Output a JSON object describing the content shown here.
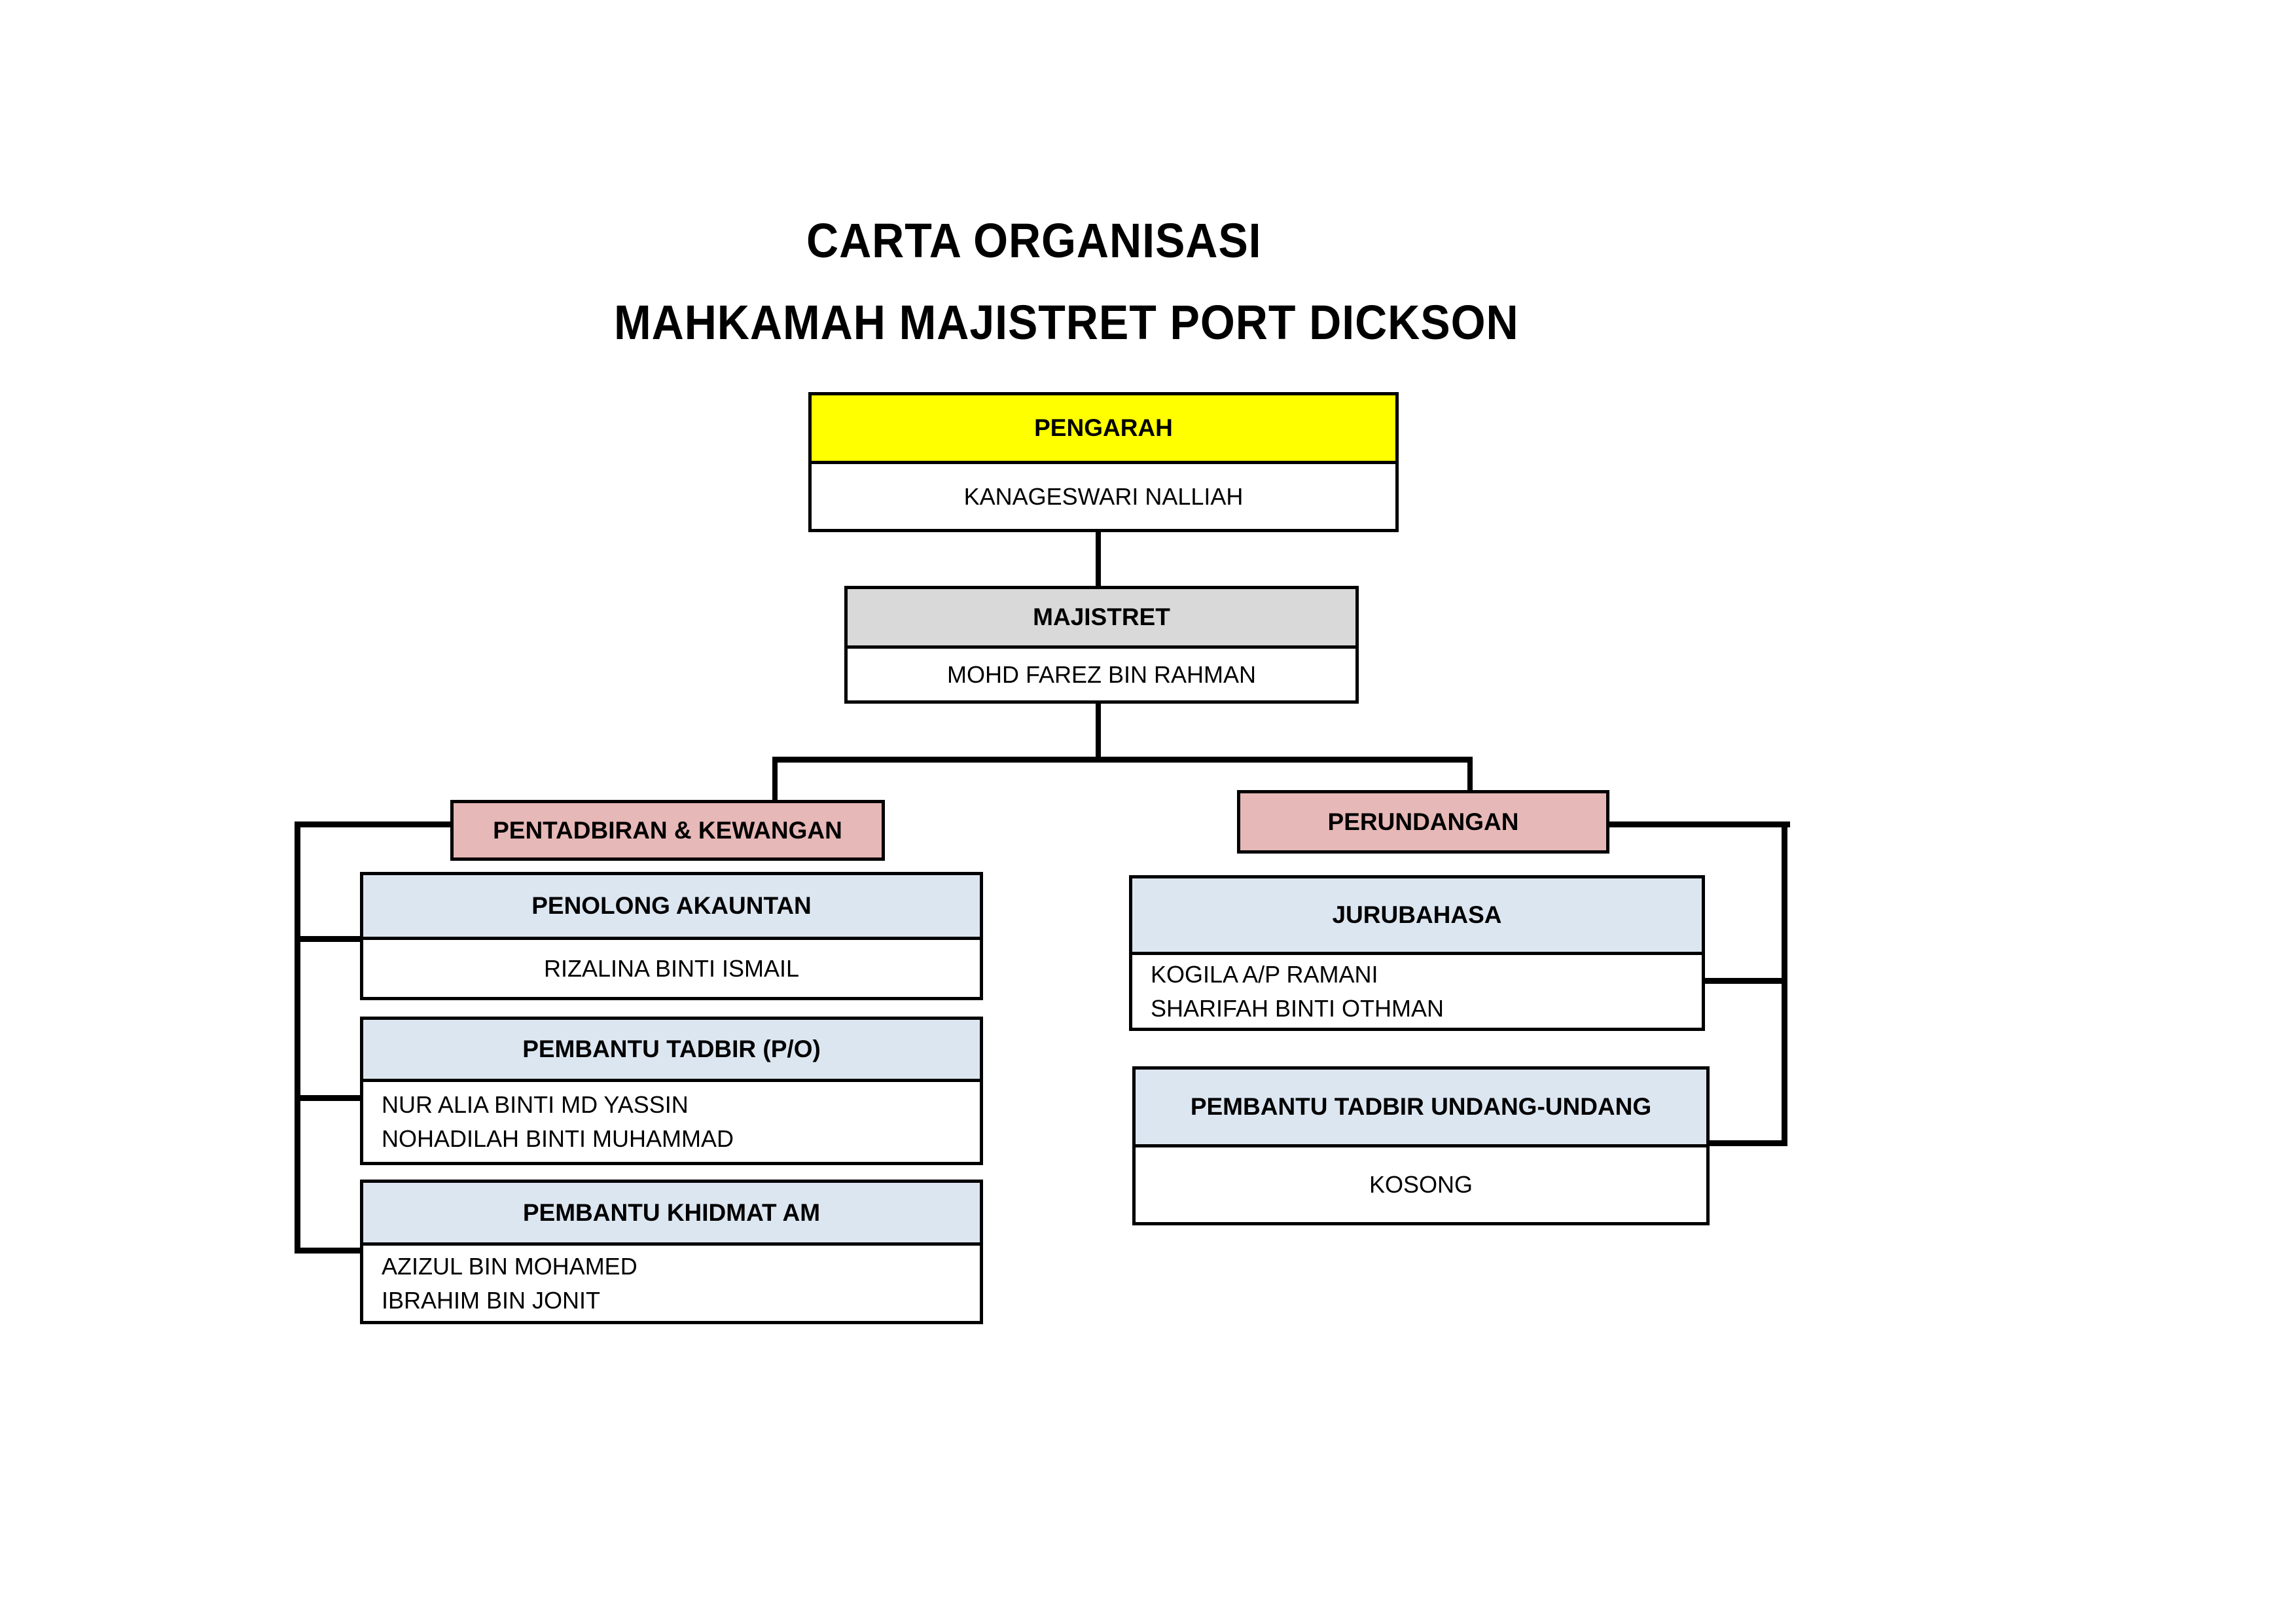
{
  "title": {
    "line1": "CARTA ORGANISASI",
    "line2": "MAHKAMAH MAJISTRET PORT DICKSON"
  },
  "colors": {
    "pengarah_header": "#ffff00",
    "majistret_header": "#d9d9d9",
    "department_header": "#e6b8b7",
    "unit_header": "#dce6f1",
    "lines": "#000000"
  },
  "pengarah": {
    "role": "PENGARAH",
    "names": [
      "KANAGESWARI NALLIAH"
    ]
  },
  "majistret": {
    "role": "MAJISTRET",
    "names": [
      "MOHD FAREZ BIN RAHMAN"
    ]
  },
  "departments": [
    {
      "name": "PENTADBIRAN & KEWANGAN",
      "units": [
        {
          "role": "PENOLONG AKAUNTAN",
          "names": [
            "RIZALINA BINTI ISMAIL"
          ]
        },
        {
          "role": "PEMBANTU TADBIR (P/O)",
          "names": [
            "NUR ALIA BINTI MD YASSIN",
            "NOHADILAH BINTI MUHAMMAD"
          ]
        },
        {
          "role": "PEMBANTU KHIDMAT AM",
          "names": [
            "AZIZUL BIN MOHAMED",
            "IBRAHIM BIN JONIT"
          ]
        }
      ]
    },
    {
      "name": "PERUNDANGAN",
      "units": [
        {
          "role": "JURUBAHASA",
          "names": [
            "KOGILA A/P RAMANI",
            "SHARIFAH BINTI OTHMAN"
          ]
        },
        {
          "role": "PEMBANTU TADBIR UNDANG-UNDANG",
          "names": [
            "KOSONG"
          ]
        }
      ]
    }
  ]
}
